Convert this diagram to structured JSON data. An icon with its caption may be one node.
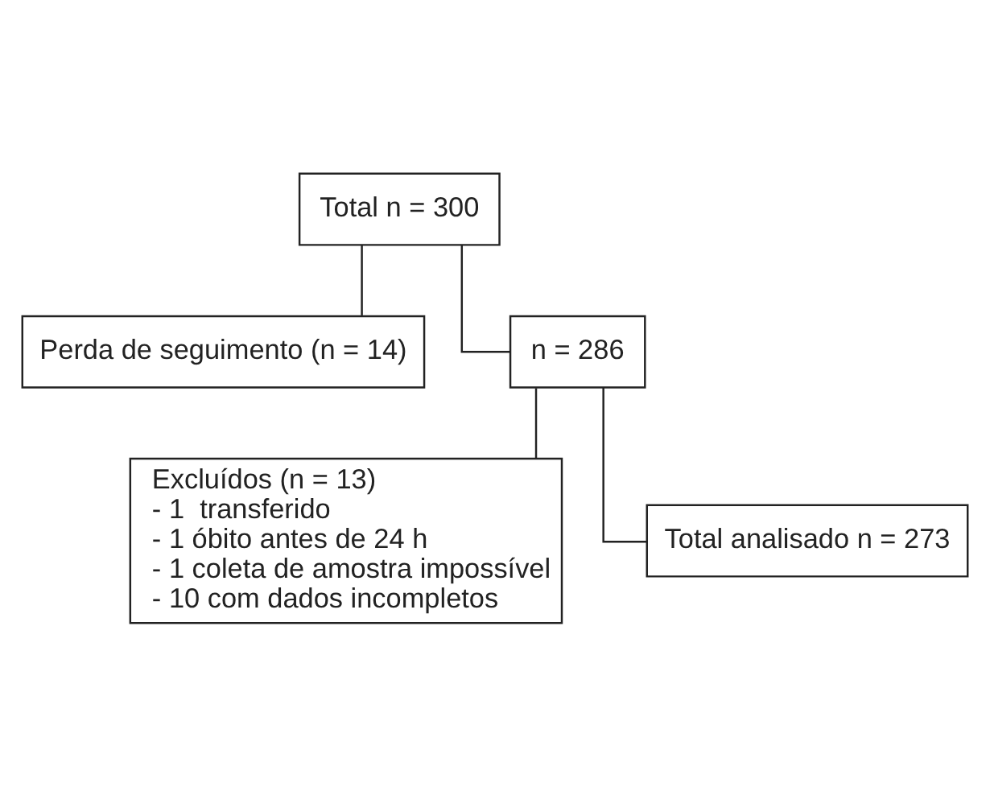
{
  "diagram": {
    "nodes": [
      {
        "text": [
          "Total n = 300"
        ]
      },
      {
        "text": [
          "Perda de seguimento (n = 14)"
        ]
      },
      {
        "text": [
          "n = 286"
        ]
      },
      {
        "text": [
          "Excluídos (n = 13)",
          "- 1  transferido",
          "- 1 óbito antes de 24 h",
          "- 1 coleta de amostra impossível",
          "- 10 com dados incompletos"
        ]
      },
      {
        "text": [
          "Total analisado n = 273"
        ]
      }
    ],
    "edges": [
      {
        "from": 0,
        "to": 2,
        "arrow": "none"
      },
      {
        "from": 0,
        "to": 1,
        "arrow": "none"
      },
      {
        "from": 2,
        "to": 4,
        "arrow": "none"
      },
      {
        "from": 2,
        "to": 3,
        "arrow": "none"
      }
    ]
  }
}
